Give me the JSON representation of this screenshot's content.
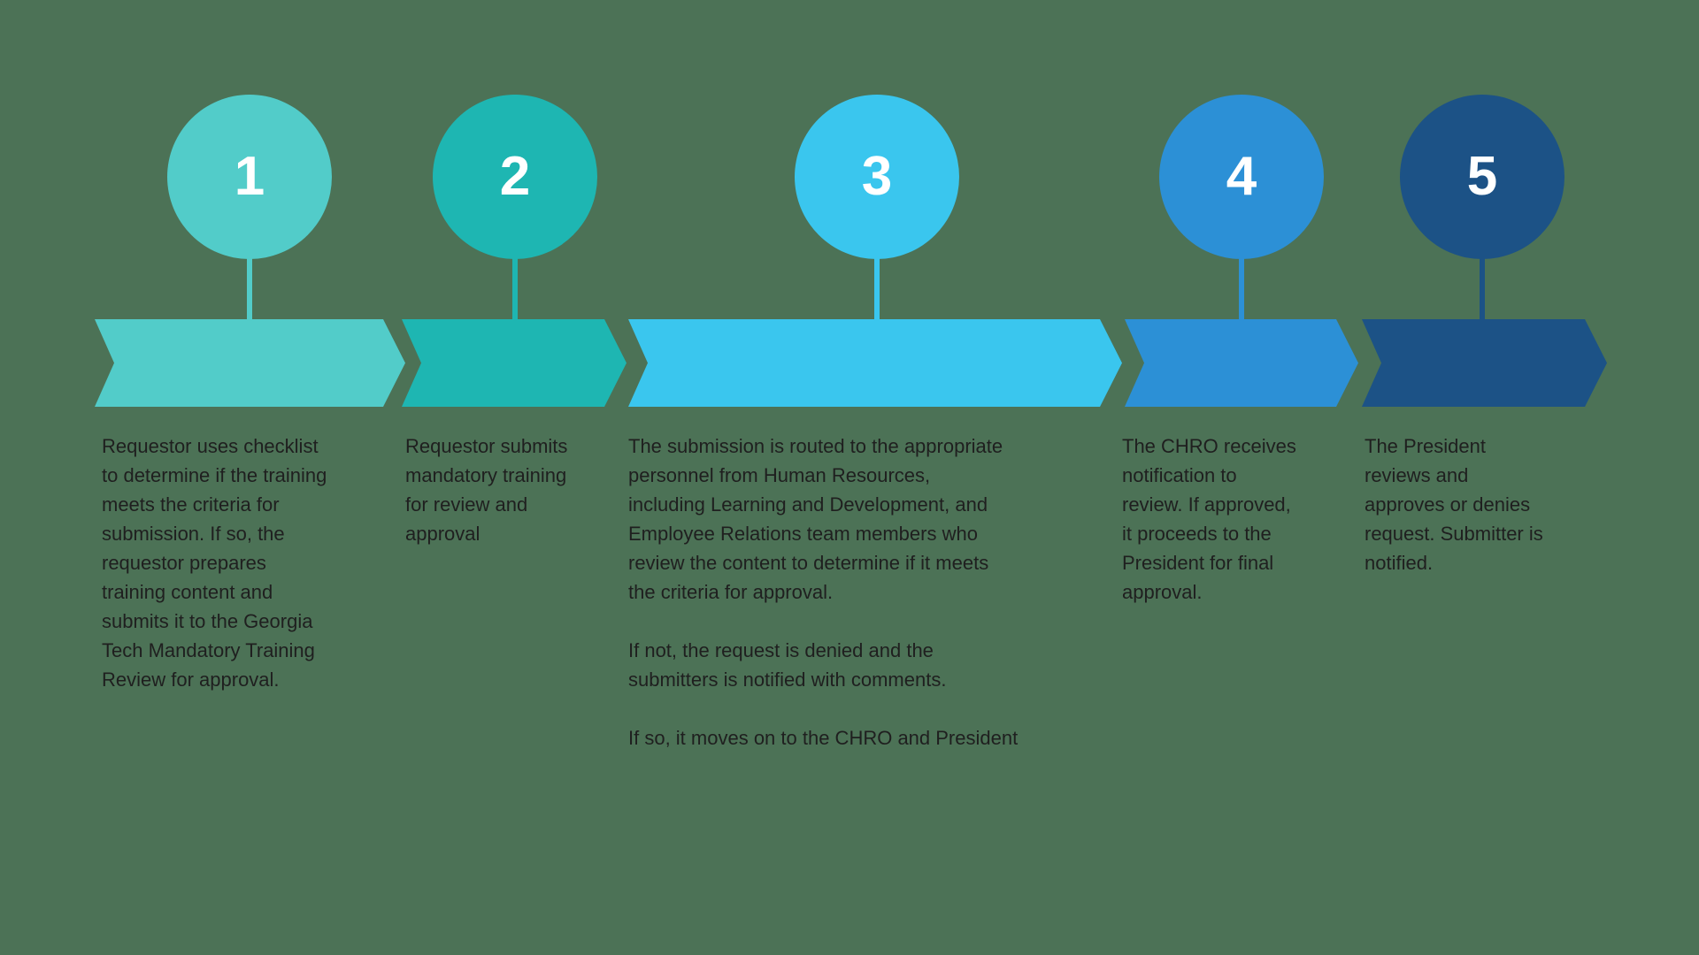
{
  "diagram": {
    "background_color": "#4C7256",
    "text_color": "#1F1F1F",
    "number_color": "#FFFFFF",
    "steps": [
      {
        "number": "1",
        "color": "#52CCC9",
        "description": "Requestor uses checklist\nto determine if the training\nmeets the criteria for\nsubmission. If so, the\nrequestor prepares\ntraining content and\nsubmits it to the Georgia\nTech Mandatory Training\nReview for approval."
      },
      {
        "number": "2",
        "color": "#1EB6B2",
        "description": "Requestor submits\nmandatory training\nfor review and\napproval"
      },
      {
        "number": "3",
        "color": "#3AC6EE",
        "description": "The submission is routed to the appropriate\npersonnel from Human Resources,\nincluding Learning and Development, and\nEmployee Relations team members who\nreview the content to determine if it meets\nthe criteria for approval.\n\nIf not, the request is denied and the\nsubmitters is notified with comments.\n\nIf so, it moves on to the CHRO and President"
      },
      {
        "number": "4",
        "color": "#2C90D6",
        "description": "The CHRO receives\nnotification to\nreview. If approved,\nit proceeds to the\nPresident for final\napproval."
      },
      {
        "number": "5",
        "color": "#1C5286",
        "description": "The President\nreviews and\napproves or denies\nrequest. Submitter is\nnotified."
      }
    ]
  }
}
